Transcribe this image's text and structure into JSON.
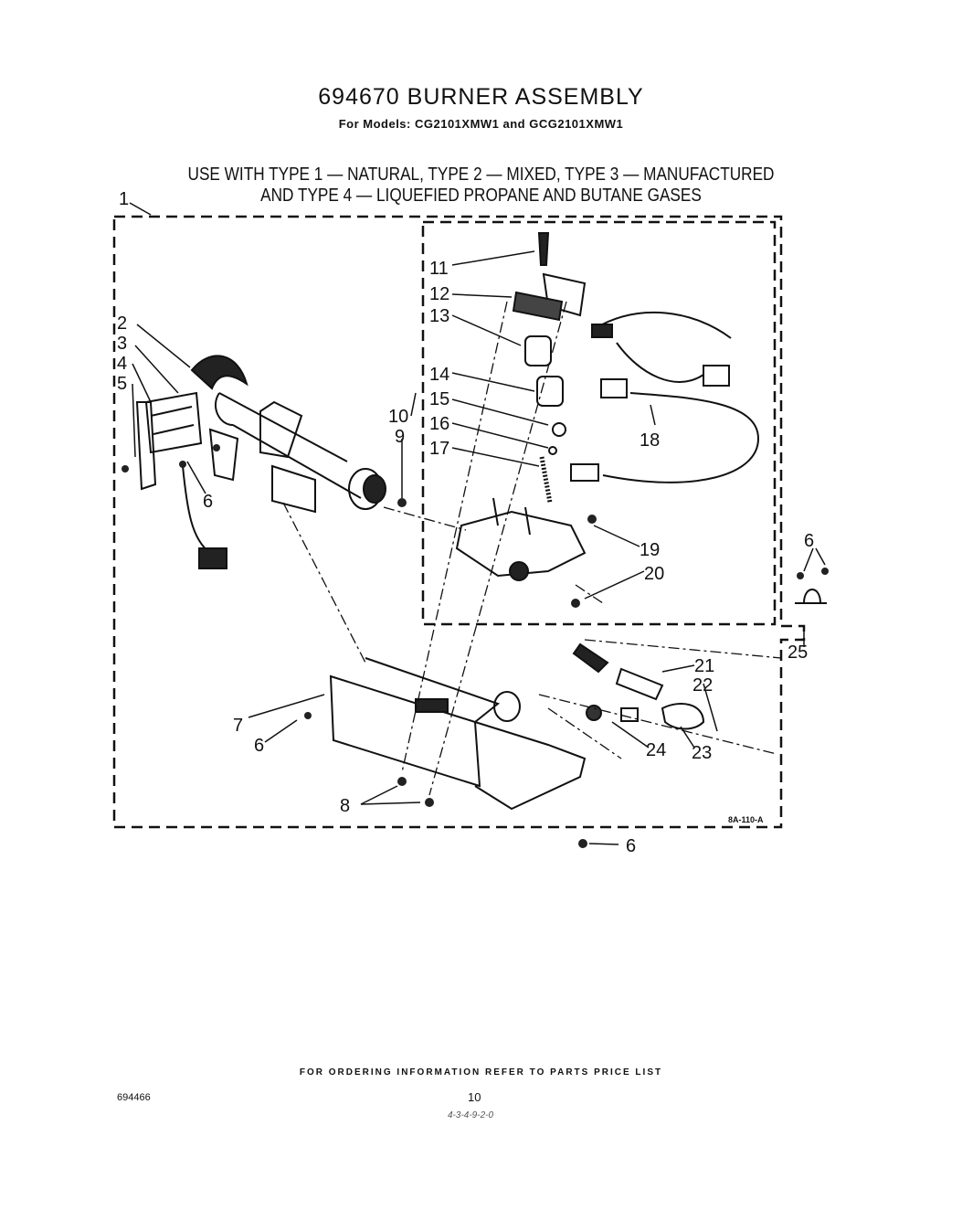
{
  "header": {
    "title": "694670 BURNER ASSEMBLY",
    "subtitle": "For Models: CG2101XMW1 and GCG2101XMW1",
    "use_line1": "USE WITH TYPE 1 — NATURAL, TYPE 2 — MIXED, TYPE 3 — MANUFACTURED",
    "use_line2": "AND TYPE 4 — LIQUEFIED PROPANE AND BUTANE GASES"
  },
  "diagram": {
    "drawing_code": "8A-110-A",
    "callouts": {
      "c1": "1",
      "c2": "2",
      "c3": "3",
      "c4": "4",
      "c5": "5",
      "c6a": "6",
      "c6b": "6",
      "c6c": "6",
      "c6d": "6",
      "c7": "7",
      "c8": "8",
      "c9": "9",
      "c10": "10",
      "c11": "11",
      "c12": "12",
      "c13": "13",
      "c14": "14",
      "c15": "15",
      "c16": "16",
      "c17": "17",
      "c18": "18",
      "c19": "19",
      "c20": "20",
      "c21": "21",
      "c22": "22",
      "c23": "23",
      "c24": "24",
      "c25": "25"
    }
  },
  "footer": {
    "ordering_note": "FOR ORDERING INFORMATION REFER TO PARTS PRICE LIST",
    "doc_number": "694466",
    "page_number": "10",
    "handwritten": "4-3-4-9-2-0"
  }
}
